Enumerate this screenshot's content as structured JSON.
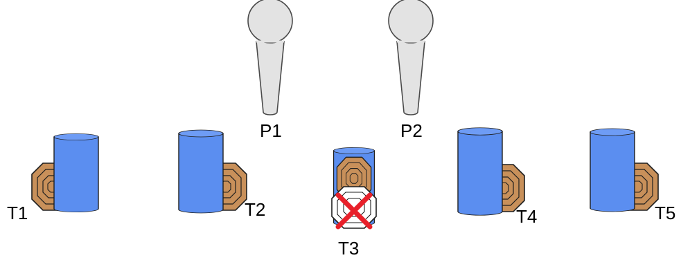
{
  "colors": {
    "cylinder_fill": "#5B8EF0",
    "cylinder_top": "#6E9CF5",
    "cylinder_stroke": "#1F1F1F",
    "tag_fill": "#C8905A",
    "tag_ring": "#A8713E",
    "paddle_fill": "#E3E3E3",
    "paddle_stroke": "#4A4A4A",
    "cross_color": "#E8202A",
    "disabled_tag_fill": "#FFFFFF"
  },
  "players": [
    {
      "id": "p1",
      "label": "P1",
      "icon": "paddle-icon"
    },
    {
      "id": "p2",
      "label": "P2",
      "icon": "paddle-icon"
    }
  ],
  "targets": [
    {
      "id": "t1",
      "label": "T1",
      "tag_side": "left",
      "disabled": false
    },
    {
      "id": "t2",
      "label": "T2",
      "tag_side": "right",
      "disabled": false
    },
    {
      "id": "t3",
      "label": "T3",
      "tag_side": "front",
      "disabled": true
    },
    {
      "id": "t4",
      "label": "T4",
      "tag_side": "right",
      "disabled": false
    },
    {
      "id": "t5",
      "label": "T5",
      "tag_side": "right",
      "disabled": false
    }
  ]
}
